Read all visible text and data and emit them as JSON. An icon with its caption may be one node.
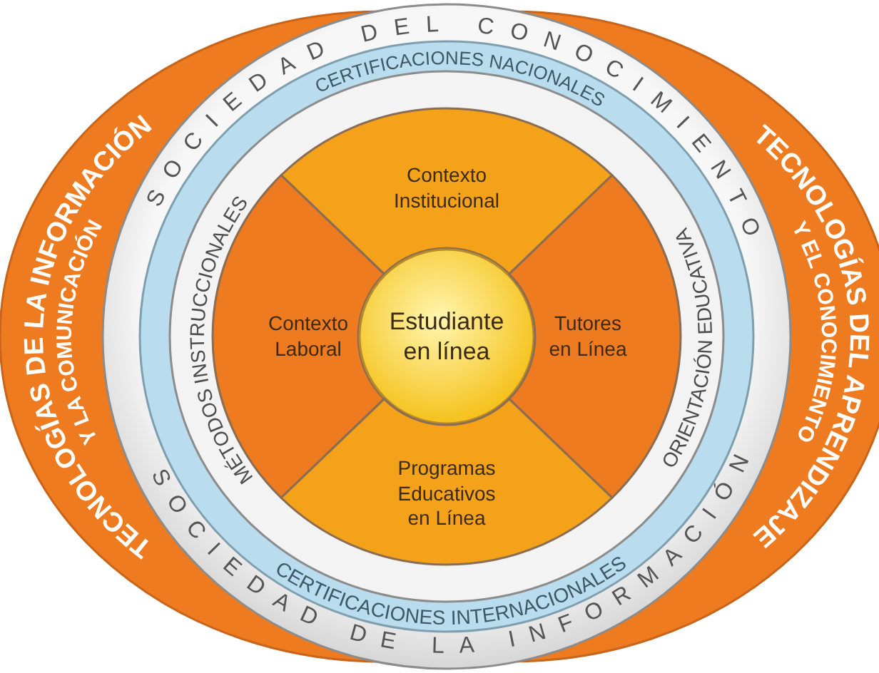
{
  "diagram": {
    "nodes": [
      {
        "text": [
          "TECNOLOGÍAS DE LA INFORMACIÓN",
          "Y LA COMUNICACIÓN"
        ]
      },
      {
        "text": [],
        "shape": "circle"
      },
      {
        "text": [
          "TECNOLOGÍAS DEL APRENDIZAJE",
          "Y EL CONOCIMIENTO"
        ]
      },
      {
        "text": [],
        "shape": "circle",
        "in": 1
      },
      {
        "text": [],
        "shape": "circle",
        "in": 3
      },
      {
        "text": [
          "Contexto Institucional"
        ],
        "in": 4
      },
      {
        "text": [
          "Contexto Laboral"
        ],
        "in": 4
      },
      {
        "text": [
          "Estudiante en línea"
        ],
        "in": 4
      },
      {
        "text": [
          "Tutores en Línea"
        ],
        "in": 4
      },
      {
        "text": [
          "Programas Educativos en Línea"
        ],
        "in": 4
      }
    ],
    "labels": [
      "SOCIEDAD DEL CONOCIMIENTO",
      "CERTIFICACIONES NACIONALES",
      "MÉTODOS INSTRUCCIONALES",
      "ORIENTACIÓN EDUCATIVA",
      "CERTIFICACIONES INTERNACIONALES",
      "SOCIEDAD DE LA INFORMACIÓN"
    ]
  }
}
